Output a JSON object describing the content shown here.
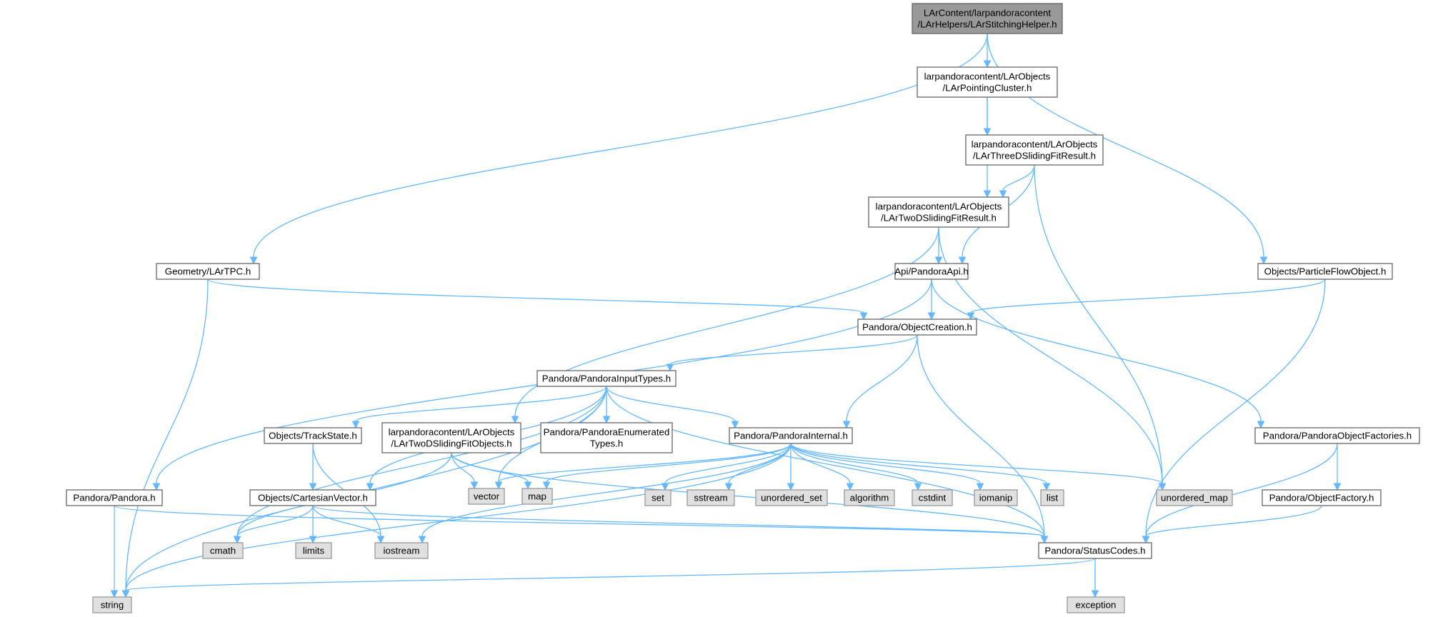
{
  "graph": {
    "nodes": [
      {
        "id": "root",
        "kind": "root",
        "lines": [
          "LArContent/larpandoracontent",
          "/LArHelpers/LArStitchingHelper.h"
        ]
      },
      {
        "id": "pointing",
        "kind": "header",
        "lines": [
          "larpandoracontent/LArObjects",
          "/LArPointingCluster.h"
        ]
      },
      {
        "id": "three",
        "kind": "header",
        "lines": [
          "larpandoracontent/LArObjects",
          "/LArThreeDSlidingFitResult.h"
        ]
      },
      {
        "id": "twofit",
        "kind": "header",
        "lines": [
          "larpandoracontent/LArObjects",
          "/LArTwoDSlidingFitResult.h"
        ]
      },
      {
        "id": "geom",
        "kind": "header",
        "lines": [
          "Geometry/LArTPC.h"
        ]
      },
      {
        "id": "api",
        "kind": "header",
        "lines": [
          "Api/PandoraApi.h"
        ]
      },
      {
        "id": "pfo",
        "kind": "header",
        "lines": [
          "Objects/ParticleFlowObject.h"
        ]
      },
      {
        "id": "objcreate",
        "kind": "header",
        "lines": [
          "Pandora/ObjectCreation.h"
        ]
      },
      {
        "id": "input",
        "kind": "header",
        "lines": [
          "Pandora/PandoraInputTypes.h"
        ]
      },
      {
        "id": "track",
        "kind": "header",
        "lines": [
          "Objects/TrackState.h"
        ]
      },
      {
        "id": "twoobj",
        "kind": "header",
        "lines": [
          "larpandoracontent/LArObjects",
          "/LArTwoDSlidingFitObjects.h"
        ]
      },
      {
        "id": "enum",
        "kind": "header",
        "lines": [
          "Pandora/PandoraEnumerated",
          "Types.h"
        ]
      },
      {
        "id": "internal",
        "kind": "header",
        "lines": [
          "Pandora/PandoraInternal.h"
        ]
      },
      {
        "id": "factories",
        "kind": "header",
        "lines": [
          "Pandora/PandoraObjectFactories.h"
        ]
      },
      {
        "id": "pandora",
        "kind": "header",
        "lines": [
          "Pandora/Pandora.h"
        ]
      },
      {
        "id": "cart",
        "kind": "header",
        "lines": [
          "Objects/CartesianVector.h"
        ]
      },
      {
        "id": "factory",
        "kind": "header",
        "lines": [
          "Pandora/ObjectFactory.h"
        ]
      },
      {
        "id": "status",
        "kind": "header",
        "lines": [
          "Pandora/StatusCodes.h"
        ]
      },
      {
        "id": "vector",
        "kind": "system",
        "lines": [
          "vector"
        ]
      },
      {
        "id": "map",
        "kind": "system",
        "lines": [
          "map"
        ]
      },
      {
        "id": "set",
        "kind": "system",
        "lines": [
          "set"
        ]
      },
      {
        "id": "sstream",
        "kind": "system",
        "lines": [
          "sstream"
        ]
      },
      {
        "id": "uset",
        "kind": "system",
        "lines": [
          "unordered_set"
        ]
      },
      {
        "id": "algorithm",
        "kind": "system",
        "lines": [
          "algorithm"
        ]
      },
      {
        "id": "cstdint",
        "kind": "system",
        "lines": [
          "cstdint"
        ]
      },
      {
        "id": "iomanip",
        "kind": "system",
        "lines": [
          "iomanip"
        ]
      },
      {
        "id": "list",
        "kind": "system",
        "lines": [
          "list"
        ]
      },
      {
        "id": "umap",
        "kind": "system",
        "lines": [
          "unordered_map"
        ]
      },
      {
        "id": "cmath",
        "kind": "system",
        "lines": [
          "cmath"
        ]
      },
      {
        "id": "limits",
        "kind": "system",
        "lines": [
          "limits"
        ]
      },
      {
        "id": "iostream",
        "kind": "system",
        "lines": [
          "iostream"
        ]
      },
      {
        "id": "string",
        "kind": "system",
        "lines": [
          "string"
        ]
      },
      {
        "id": "exception",
        "kind": "system",
        "lines": [
          "exception"
        ]
      }
    ],
    "edges": [
      {
        "from": "root",
        "to": "pointing"
      },
      {
        "from": "root",
        "to": "geom"
      },
      {
        "from": "root",
        "to": "pfo"
      },
      {
        "from": "pointing",
        "to": "three"
      },
      {
        "from": "pointing",
        "to": "twofit"
      },
      {
        "from": "three",
        "to": "twofit"
      },
      {
        "from": "three",
        "to": "api"
      },
      {
        "from": "three",
        "to": "umap"
      },
      {
        "from": "twofit",
        "to": "api"
      },
      {
        "from": "twofit",
        "to": "twoobj"
      },
      {
        "from": "twofit",
        "to": "umap"
      },
      {
        "from": "geom",
        "to": "objcreate"
      },
      {
        "from": "geom",
        "to": "string"
      },
      {
        "from": "api",
        "to": "objcreate"
      },
      {
        "from": "api",
        "to": "pandora"
      },
      {
        "from": "api",
        "to": "factories"
      },
      {
        "from": "pfo",
        "to": "objcreate"
      },
      {
        "from": "pfo",
        "to": "status"
      },
      {
        "from": "objcreate",
        "to": "input"
      },
      {
        "from": "objcreate",
        "to": "internal"
      },
      {
        "from": "objcreate",
        "to": "status"
      },
      {
        "from": "input",
        "to": "track"
      },
      {
        "from": "input",
        "to": "enum"
      },
      {
        "from": "input",
        "to": "internal"
      },
      {
        "from": "input",
        "to": "cart"
      },
      {
        "from": "input",
        "to": "cmath"
      },
      {
        "from": "input",
        "to": "string"
      },
      {
        "from": "input",
        "to": "vector"
      },
      {
        "from": "input",
        "to": "status"
      },
      {
        "from": "track",
        "to": "cart"
      },
      {
        "from": "track",
        "to": "iostream"
      },
      {
        "from": "twoobj",
        "to": "cmath"
      },
      {
        "from": "twoobj",
        "to": "vector"
      },
      {
        "from": "twoobj",
        "to": "map"
      },
      {
        "from": "twoobj",
        "to": "status"
      },
      {
        "from": "internal",
        "to": "vector"
      },
      {
        "from": "internal",
        "to": "map"
      },
      {
        "from": "internal",
        "to": "set"
      },
      {
        "from": "internal",
        "to": "sstream"
      },
      {
        "from": "internal",
        "to": "uset"
      },
      {
        "from": "internal",
        "to": "algorithm"
      },
      {
        "from": "internal",
        "to": "cstdint"
      },
      {
        "from": "internal",
        "to": "iomanip"
      },
      {
        "from": "internal",
        "to": "list"
      },
      {
        "from": "internal",
        "to": "umap"
      },
      {
        "from": "internal",
        "to": "iostream"
      },
      {
        "from": "internal",
        "to": "string"
      },
      {
        "from": "factories",
        "to": "factory"
      },
      {
        "from": "factories",
        "to": "status"
      },
      {
        "from": "pandora",
        "to": "string"
      },
      {
        "from": "pandora",
        "to": "status"
      },
      {
        "from": "cart",
        "to": "cmath"
      },
      {
        "from": "cart",
        "to": "limits"
      },
      {
        "from": "cart",
        "to": "iostream"
      },
      {
        "from": "cart",
        "to": "status"
      },
      {
        "from": "factory",
        "to": "status"
      },
      {
        "from": "status",
        "to": "string"
      },
      {
        "from": "status",
        "to": "exception"
      }
    ],
    "colors": {
      "edge": "#63b8ff",
      "root_fill": "#999999",
      "header_fill": "#ffffff",
      "system_fill": "#e0e0e0",
      "border": "#666666"
    }
  }
}
